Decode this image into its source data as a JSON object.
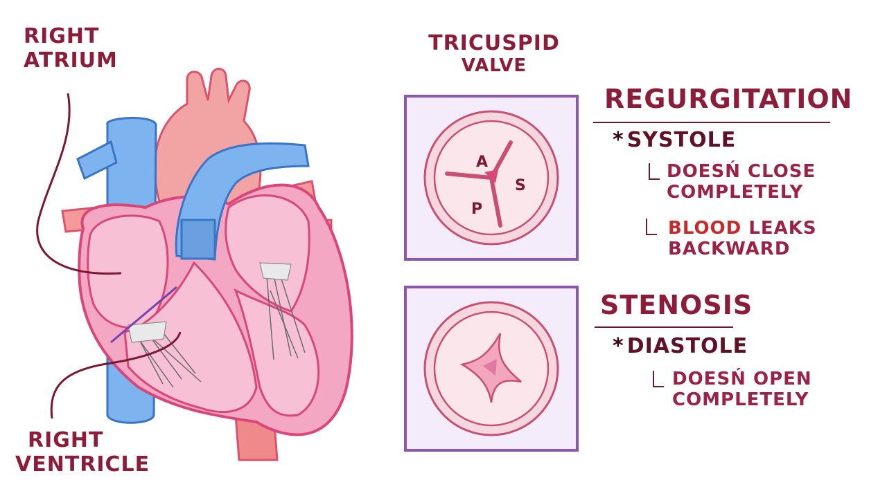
{
  "labels": {
    "right_atrium": [
      "RIGHT",
      "ATRIUM"
    ],
    "right_ventricle": [
      "RIGHT",
      "VENTRICLE"
    ],
    "tricuspid_valve": [
      "TRICUSPID",
      "VALVE"
    ]
  },
  "leaflets": {
    "anterior": "A",
    "septal": "S",
    "posterior": "P"
  },
  "regurgitation": {
    "title": "REGURGITATION",
    "phase": "SYSTOLE",
    "point1": [
      "DOESŃ CLOSE",
      "COMPLETELY"
    ],
    "point2_highlight": "BLOOD",
    "point2_rest": "LEAKS",
    "point2_line2": "BACKWARD"
  },
  "stenosis": {
    "title": "STENOSIS",
    "phase": "DIASTOLE",
    "point1": [
      "DOESŃ OPEN",
      "COMPLETELY"
    ]
  },
  "colors": {
    "label": "#8c1d3a",
    "vein_blue": "#6fa8e6",
    "artery_red": "#f08a8a",
    "heart_pink": "#f2a0bd",
    "box_border": "#8a56b0",
    "box_fill": "#f4ecfb",
    "highlight_red": "#c62b2b"
  }
}
